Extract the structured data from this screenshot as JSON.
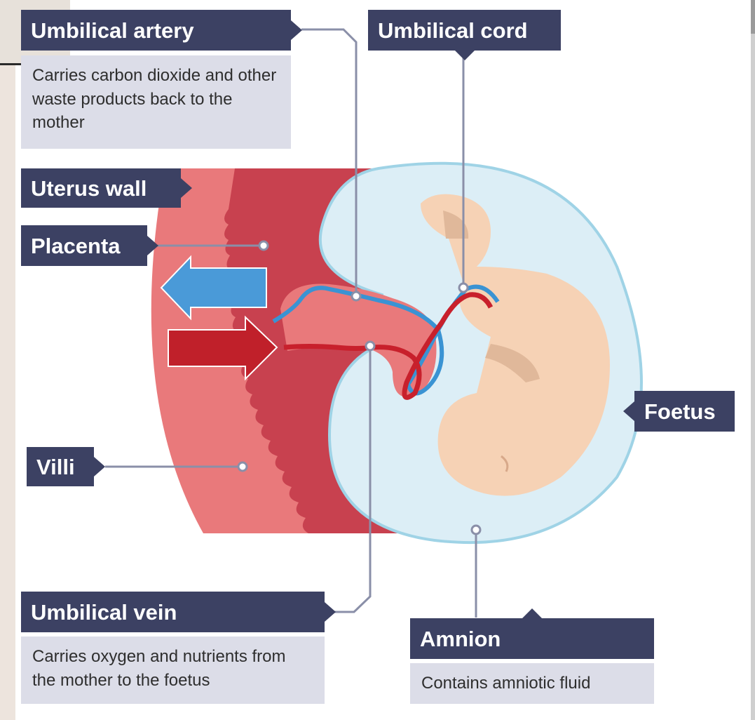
{
  "labels": {
    "umbilical_artery": {
      "title": "Umbilical artery",
      "description": "Carries carbon dioxide and other waste products back to the mother"
    },
    "umbilical_cord": {
      "title": "Umbilical cord"
    },
    "uterus_wall": {
      "title": "Uterus wall"
    },
    "placenta": {
      "title": "Placenta"
    },
    "villi": {
      "title": "Villi"
    },
    "foetus": {
      "title": "Foetus"
    },
    "umbilical_vein": {
      "title": "Umbilical vein",
      "description": "Carries oxygen and nutrients from the mother to the foetus"
    },
    "amnion": {
      "title": "Amnion",
      "description": "Contains amniotic fluid"
    }
  },
  "colors": {
    "label_bg": "#3c4163",
    "desc_bg": "#dcdde8",
    "uterus_wall": "#e9797b",
    "placenta": "#c8414f",
    "amniotic_fluid": "#dceef6",
    "amnion_outline": "#9fd3e6",
    "foetus": "#f6d2b5",
    "artery_blue": "#3a93d3",
    "vein_red": "#c8202c"
  }
}
